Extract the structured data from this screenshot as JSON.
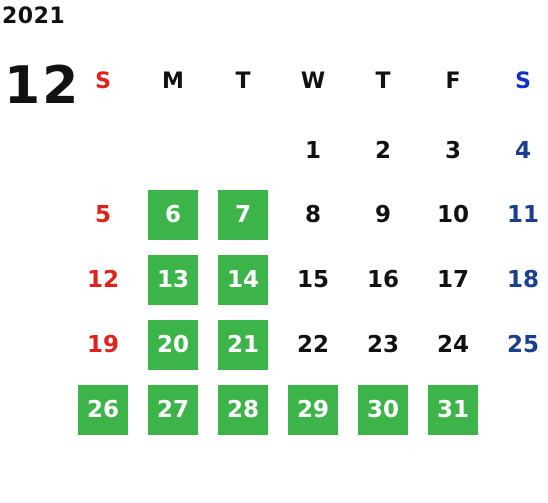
{
  "year": "2021",
  "month": "12",
  "colors": {
    "weekday": "#111111",
    "sunday": "#e0221b",
    "saturday": "#1a3f8f",
    "saturday_header": "#1530c8",
    "highlight": "#3cb44a",
    "highlight_text": "#ffffff"
  },
  "weekdays": [
    {
      "label": "S",
      "kind": "sunday"
    },
    {
      "label": "M",
      "kind": "weekday"
    },
    {
      "label": "T",
      "kind": "weekday"
    },
    {
      "label": "W",
      "kind": "weekday"
    },
    {
      "label": "T",
      "kind": "weekday"
    },
    {
      "label": "F",
      "kind": "weekday"
    },
    {
      "label": "S",
      "kind": "saturday"
    }
  ],
  "weeks": [
    [
      null,
      null,
      null,
      {
        "day": "1",
        "hl": false
      },
      {
        "day": "2",
        "hl": false
      },
      {
        "day": "3",
        "hl": false
      },
      {
        "day": "4",
        "hl": false
      }
    ],
    [
      {
        "day": "5",
        "hl": false
      },
      {
        "day": "6",
        "hl": true
      },
      {
        "day": "7",
        "hl": true
      },
      {
        "day": "8",
        "hl": false
      },
      {
        "day": "9",
        "hl": false
      },
      {
        "day": "10",
        "hl": false
      },
      {
        "day": "11",
        "hl": false
      }
    ],
    [
      {
        "day": "12",
        "hl": false
      },
      {
        "day": "13",
        "hl": true
      },
      {
        "day": "14",
        "hl": true
      },
      {
        "day": "15",
        "hl": false
      },
      {
        "day": "16",
        "hl": false
      },
      {
        "day": "17",
        "hl": false
      },
      {
        "day": "18",
        "hl": false
      }
    ],
    [
      {
        "day": "19",
        "hl": false
      },
      {
        "day": "20",
        "hl": true
      },
      {
        "day": "21",
        "hl": true
      },
      {
        "day": "22",
        "hl": false
      },
      {
        "day": "23",
        "hl": false
      },
      {
        "day": "24",
        "hl": false
      },
      {
        "day": "25",
        "hl": false
      }
    ],
    [
      {
        "day": "26",
        "hl": true
      },
      {
        "day": "27",
        "hl": true
      },
      {
        "day": "28",
        "hl": true
      },
      {
        "day": "29",
        "hl": true
      },
      {
        "day": "30",
        "hl": true
      },
      {
        "day": "31",
        "hl": true
      },
      null
    ]
  ]
}
